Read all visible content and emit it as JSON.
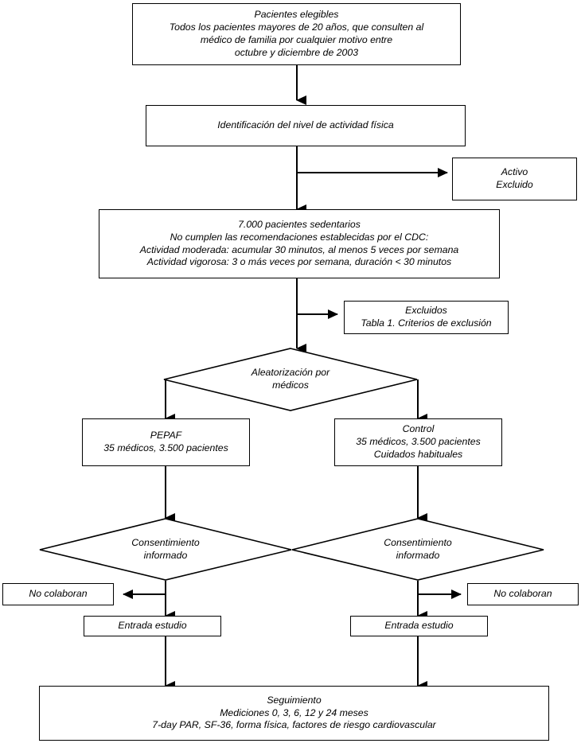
{
  "figure": {
    "type": "flowchart",
    "orientation": "top-down",
    "language": "es",
    "stroke_color": "#000000",
    "fill_color": "#ffffff"
  },
  "nodes": {
    "eligible": {
      "shape": "rect",
      "text": "Pacientes elegibles\nTodos los pacientes mayores de 20 años, que consulten al\nmédico de familia por cualquier motivo entre\noctubre y diciembre de 2003"
    },
    "identification": {
      "shape": "rect",
      "text": "Identificación del nivel de actividad física"
    },
    "active_excluded": {
      "shape": "rect",
      "text": "Activo\nExcluido"
    },
    "sedentary": {
      "shape": "rect",
      "text": "7.000 pacientes sedentarios\nNo cumplen las recomendaciones establecidas por el CDC:\nActividad moderada: acumular 30 minutos, al menos 5 veces por semana\nActividad vigorosa: 3 o más veces por semana, duración < 30 minutos"
    },
    "excluded_table": {
      "shape": "rect",
      "text": "Excluidos\nTabla 1. Criterios de exclusión"
    },
    "randomization": {
      "shape": "diamond",
      "text": "Aleatorización por\nmédicos"
    },
    "pepaf": {
      "shape": "rect",
      "text": "PEPAF\n35 médicos, 3.500 pacientes"
    },
    "control": {
      "shape": "rect",
      "text": "Control\n35 médicos, 3.500 pacientes\nCuidados habituales"
    },
    "consent_left": {
      "shape": "diamond",
      "text": "Consentimiento\ninformado"
    },
    "consent_right": {
      "shape": "diamond",
      "text": "Consentimiento\ninformado"
    },
    "no_collab_left": {
      "shape": "rect",
      "text": "No colaboran"
    },
    "no_collab_right": {
      "shape": "rect",
      "text": "No colaboran"
    },
    "entry_left": {
      "shape": "rect",
      "text": "Entrada estudio"
    },
    "entry_right": {
      "shape": "rect",
      "text": "Entrada estudio"
    },
    "followup": {
      "shape": "rect",
      "text": "Seguimiento\nMediciones 0, 3, 6, 12 y 24 meses\n7-day PAR, SF-36, forma física, factores de riesgo cardiovascular"
    }
  },
  "edges": [
    {
      "from": "eligible",
      "to": "identification",
      "direction": "down"
    },
    {
      "from": "identification",
      "to": "active_excluded",
      "direction": "right"
    },
    {
      "from": "identification",
      "to": "sedentary",
      "direction": "down"
    },
    {
      "from": "sedentary",
      "to": "excluded_table",
      "direction": "right"
    },
    {
      "from": "sedentary",
      "to": "randomization",
      "direction": "down"
    },
    {
      "from": "randomization",
      "to": "pepaf",
      "direction": "down-left"
    },
    {
      "from": "randomization",
      "to": "control",
      "direction": "down-right"
    },
    {
      "from": "pepaf",
      "to": "consent_left",
      "direction": "down"
    },
    {
      "from": "control",
      "to": "consent_right",
      "direction": "down"
    },
    {
      "from": "consent_left",
      "to": "no_collab_left",
      "direction": "left"
    },
    {
      "from": "consent_left",
      "to": "entry_left",
      "direction": "down"
    },
    {
      "from": "consent_right",
      "to": "no_collab_right",
      "direction": "right"
    },
    {
      "from": "consent_right",
      "to": "entry_right",
      "direction": "down"
    },
    {
      "from": "entry_left",
      "to": "followup",
      "direction": "down"
    },
    {
      "from": "entry_right",
      "to": "followup",
      "direction": "down"
    }
  ]
}
